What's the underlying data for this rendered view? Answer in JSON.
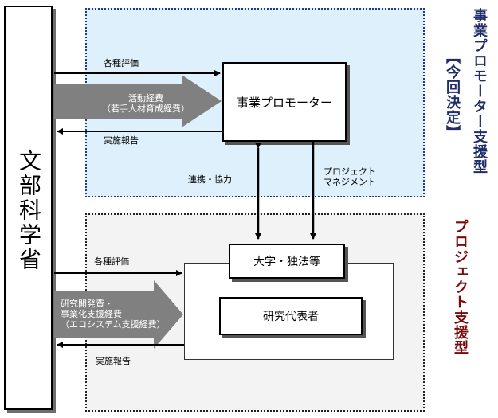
{
  "mext": {
    "label": "文部科学省"
  },
  "promoter_box": {
    "label": "事業プロモーター"
  },
  "university_box": {
    "label": "大学・独法等"
  },
  "researcher_box": {
    "label": "研究代表者"
  },
  "top_section": {
    "evaluation": "各種評価",
    "funding_line1": "活動経費",
    "funding_line2": "（若手人材育成経費）",
    "report": "実施報告",
    "cooperation": "連携・協力",
    "pm_line1": "プロジェクト",
    "pm_line2": "マネジメント"
  },
  "bottom_section": {
    "evaluation": "各種評価",
    "funding_line1": "研究開発費・",
    "funding_line2": "事業化支援経費",
    "funding_line3": "（エコシステム支援経費）",
    "report": "実施報告"
  },
  "side_labels": {
    "promoter_type": "事業プロモーター支援型",
    "this_decision": "【今回決定】",
    "project_type": "プロジェクト支援型"
  },
  "colors": {
    "zone_top_bg": "#ddf0fb",
    "zone_top_border": "#1f3a93",
    "zone_bottom_bg": "#f3f3f3",
    "big_arrow": "#808080",
    "promoter_label": "#1f2d6b",
    "project_label": "#7a0a0a"
  }
}
